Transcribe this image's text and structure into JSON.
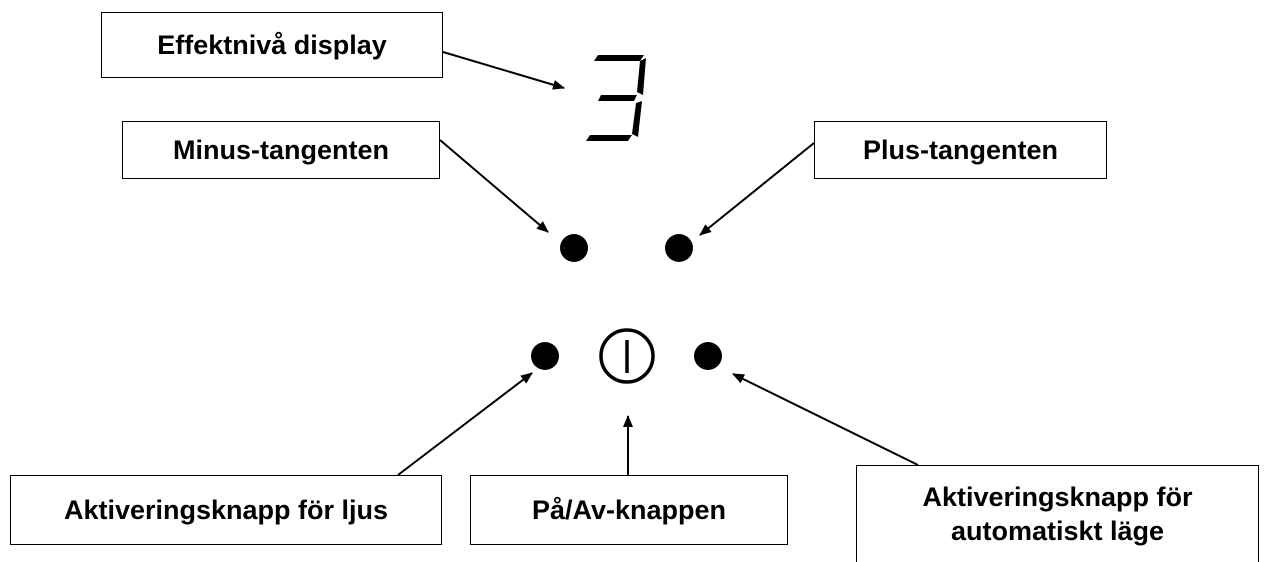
{
  "display": {
    "digit": "3"
  },
  "labels": {
    "display": "Effektnivå display",
    "minus": "Minus-tangenten",
    "plus": "Plus-tangenten",
    "light": "Aktiveringsknapp för ljus",
    "power": "På/Av-knappen",
    "auto": "Aktiveringsknapp för\nautomatiskt läge"
  },
  "colors": {
    "ink": "#000000",
    "background": "#ffffff"
  },
  "icons": {
    "power": "power-icon"
  }
}
